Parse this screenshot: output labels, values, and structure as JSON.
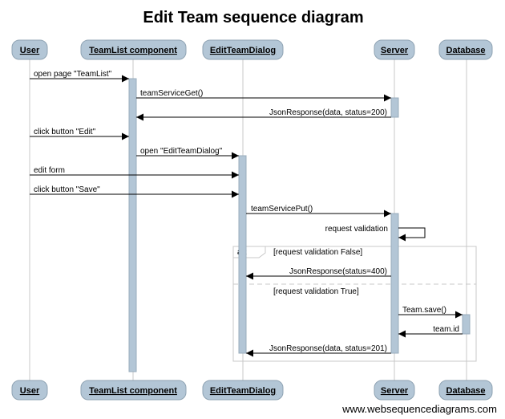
{
  "title": "Edit Team sequence diagram",
  "participants": {
    "user": "User",
    "teamlist": "TeamList component",
    "dialog": "EditTeamDialog",
    "server": "Server",
    "database": "Database"
  },
  "messages": {
    "m1": "open page \"TeamList\"",
    "m2": "teamServiceGet()",
    "m3": "JsonResponse(data, status=200)",
    "m4": "click button \"Edit\"",
    "m5": "open \"EditTeamDialog\"",
    "m6": "edit form",
    "m7": "click button \"Save\"",
    "m8": "teamServicePut()",
    "m9": "request validation",
    "m10": "JsonResponse(status=400)",
    "m11": "Team.save()",
    "m12": "team.id",
    "m13": "JsonResponse(data, status=201)"
  },
  "alt": {
    "label": "alt",
    "guard_false": "[request validation False]",
    "guard_true": "[request validation True]"
  },
  "footer": "www.websequencediagrams.com"
}
